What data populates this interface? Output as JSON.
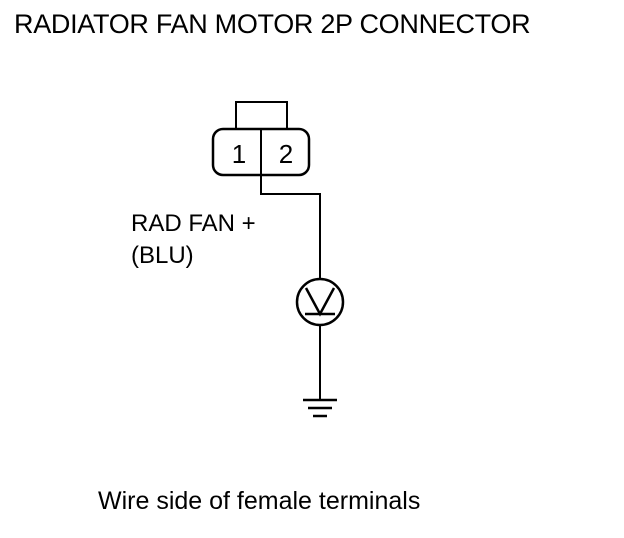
{
  "diagram": {
    "title": "RADIATOR FAN MOTOR 2P CONNECTOR",
    "connector": {
      "pins": [
        {
          "number": "1"
        },
        {
          "number": "2"
        }
      ]
    },
    "wire": {
      "signal": "RAD FAN +",
      "color_code": "(BLU)"
    },
    "meter_symbol": "voltmeter-icon",
    "ground_symbol": "ground-icon",
    "caption": "Wire side of female terminals"
  }
}
